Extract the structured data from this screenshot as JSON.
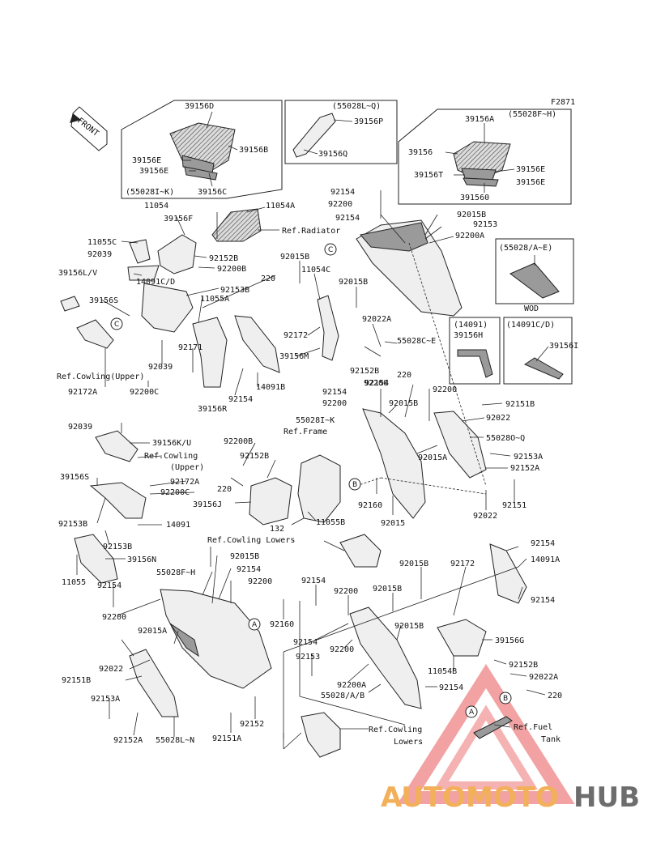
{
  "figure_code": "F2871",
  "front_label": "FRONT",
  "watermark": {
    "part1": "AUTOMOTO",
    "part2": "HUB",
    "color1": "#f3b05a",
    "color2": "#6d6d6d",
    "triangle_color": "#e85555"
  },
  "boxes": {
    "top_left": [
      "39156D",
      "39156B",
      "39156E",
      "39156E",
      "(55028I~K)",
      "39156C"
    ],
    "top_mid": [
      "(55028L~Q)",
      "39156P",
      "39156Q"
    ],
    "top_right": [
      "39156A",
      "(55028F~H)",
      "39156",
      "39156E",
      "39156T",
      "39156E",
      "391560"
    ],
    "mid_right": [
      "(55028/A~E)"
    ],
    "wod": [
      "WOD"
    ],
    "small_left": [
      "(14091)",
      "39156H"
    ],
    "small_right": [
      "(14091C/D)",
      "39156I"
    ]
  },
  "labels": {
    "l1": "11054",
    "l2": "11054A",
    "l3": "39156F",
    "l4": "11055C",
    "l5": "92039",
    "l6": "92152B",
    "l7": "92200B",
    "l8": "220",
    "l9": "39156L/V",
    "l10": "14091C/D",
    "l11": "92153B",
    "l12": "39156S",
    "l13": "11055A",
    "l14": "92171",
    "l15": "92039",
    "l16": "92172A",
    "l17": "92200C",
    "l18": "39156R",
    "l19": "92154",
    "l20": "14091B",
    "l21": "39156M",
    "l22": "92172",
    "l23": "92015B",
    "l24": "11054C",
    "l25": "92015B",
    "l26": "92022A",
    "l27": "92152B",
    "l28": "220",
    "l29": "55028C~E",
    "l30": "92154",
    "l31": "92200",
    "l32": "92154",
    "l33": "92015B",
    "l34": "92153",
    "l35": "92200A",
    "l36": "92154",
    "l37": "92200",
    "l38": "92015B",
    "l39": "92200",
    "l40": "55028I~K",
    "l41": "92154",
    "l42": "92200",
    "l43": "92151B",
    "l44": "92022",
    "l45": "55028O~Q",
    "l46": "92153A",
    "l47": "92152A",
    "l48": "92151",
    "l49": "92022",
    "l50": "92015A",
    "l51": "92160",
    "l52": "92015",
    "l53": "92039",
    "l54": "39156K/U",
    "l55": "92200B",
    "l56": "92152B",
    "l57": "92172A",
    "l58": "92200C",
    "l59": "220",
    "l60": "39156J",
    "l61": "132",
    "l62": "11055B",
    "l63": "39156S",
    "l64": "92153B",
    "l65": "14091",
    "l66": "92153B",
    "l67": "39156N",
    "l68": "11055",
    "l69": "92154",
    "l70": "92015B",
    "l71": "55028F~H",
    "l72": "92154",
    "l73": "92200",
    "l74": "92160",
    "l75": "92200",
    "l76": "92015A",
    "l77": "92022",
    "l78": "92151B",
    "l79": "92153A",
    "l80": "92152A",
    "l81": "55028L~N",
    "l82": "92151A",
    "l83": "92152",
    "l84": "92154",
    "l85": "14091A",
    "l86": "92154",
    "l87": "92015B",
    "l88": "92172",
    "l89": "92154",
    "l90": "92200",
    "l91": "92015B",
    "l92": "92015B",
    "l93": "92154",
    "l94": "92200",
    "l95": "92153",
    "l96": "92200A",
    "l97": "55028/A/B",
    "l98": "11054B",
    "l99": "92154",
    "l100": "39156G",
    "l101": "92152B",
    "l102": "92022A",
    "l103": "220"
  },
  "refs": {
    "radiator": "Ref.Radiator",
    "cowling_upper_1": "Ref.Cowling(Upper)",
    "frame": "Ref.Frame",
    "cowling_2a": "Ref.Cowling",
    "cowling_2b": "(Upper)",
    "cowling_lowers_1": "Ref.Cowling Lowers",
    "cowling_lowers_2a": "Ref.Cowling",
    "cowling_lowers_2b": "Lowers",
    "fuel_a": "Ref.Fuel",
    "fuel_b": "Tank"
  },
  "callouts": {
    "c": "C",
    "a": "A",
    "b": "B"
  }
}
